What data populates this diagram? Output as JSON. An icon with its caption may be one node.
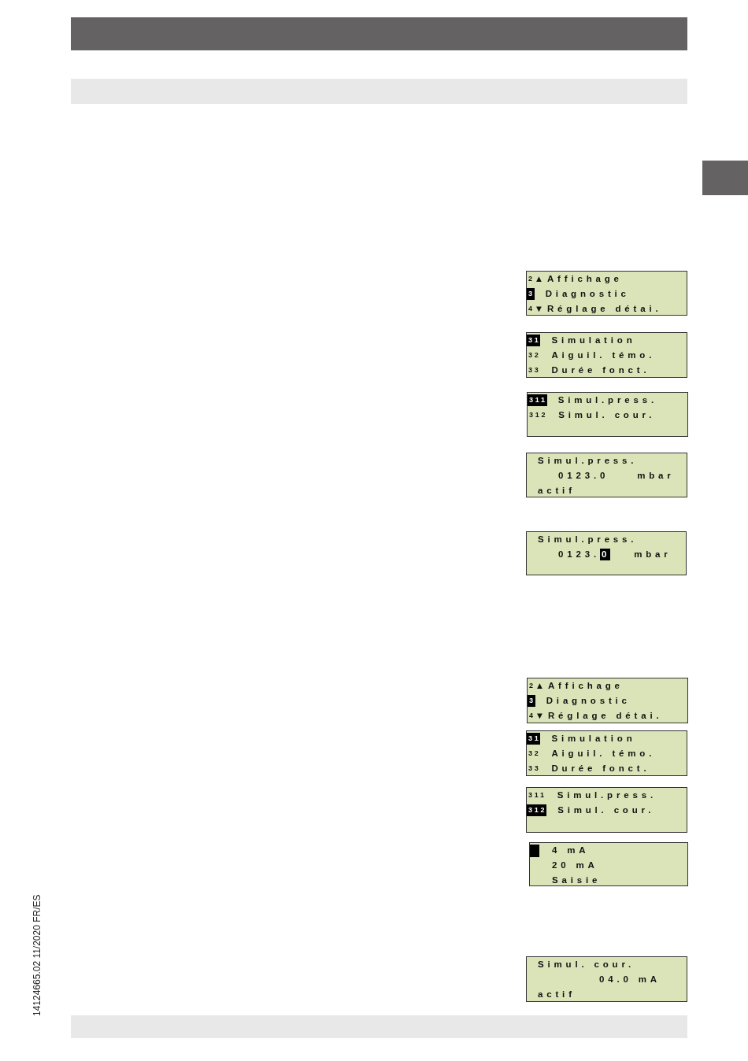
{
  "diagram": {
    "nodes": [
      {
        "text": [],
        "shape": "bar"
      },
      {
        "text": [
          "2",
          "▲Affichage",
          "3",
          "Diagnostic",
          "4",
          "▼Réglage détai."
        ]
      },
      {
        "text": [
          "31",
          "Simulation",
          "32",
          "Aiguil. témo.",
          "33",
          "Durée fonct."
        ]
      },
      {
        "text": [
          "311",
          "Simul.press.",
          "312",
          "Simul. cour."
        ]
      },
      {
        "text": [
          "Simul.press.",
          "0123.0",
          "mbar",
          "actif"
        ]
      },
      {
        "text": [
          "Simul.press.",
          "0123.",
          "0",
          "mbar"
        ]
      },
      {
        "text": [
          "2",
          "▲Affichage",
          "3",
          "Diagnostic",
          "4",
          "▼Réglage détai."
        ]
      },
      {
        "text": [
          "31",
          "Simulation",
          "32",
          "Aiguil. témo.",
          "33",
          "Durée fonct."
        ]
      },
      {
        "text": [
          "311",
          "Simul.press.",
          "312",
          "Simul. cour."
        ]
      },
      {
        "text": [
          "4 mA",
          "20 mA",
          "Saisie"
        ]
      },
      {
        "text": [
          "Simul. cour.",
          "04.0 mA",
          "actif"
        ]
      },
      {
        "text": [],
        "shape": "bar"
      }
    ],
    "labels": [
      "14124665.02 11/2020 FR/ES"
    ]
  }
}
